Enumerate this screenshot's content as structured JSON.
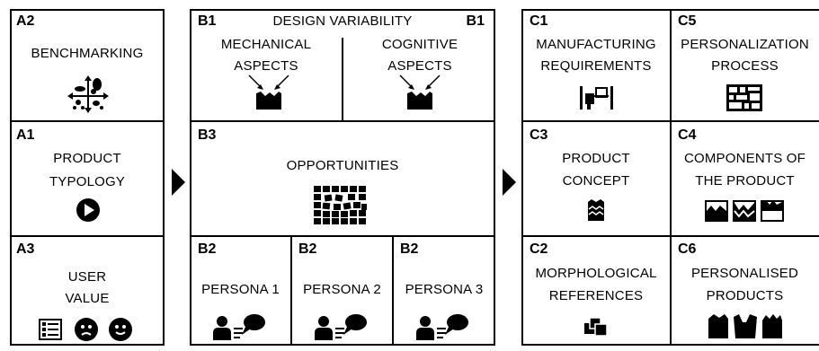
{
  "panel_a": {
    "a2": {
      "code": "A2",
      "label": "BENCHMARKING"
    },
    "a1": {
      "code": "A1",
      "label_line1": "PRODUCT",
      "label_line2": "TYPOLOGY"
    },
    "a3": {
      "code": "A3",
      "label_line1": "USER",
      "label_line2": "VALUE"
    }
  },
  "panel_b": {
    "b1": {
      "code_left": "B1",
      "code_right": "B1",
      "title": "DESIGN VARIABILITY",
      "mech_line1": "MECHANICAL",
      "mech_line2": "ASPECTS",
      "cog_line1": "COGNITIVE",
      "cog_line2": "ASPECTS"
    },
    "b3": {
      "code": "B3",
      "label": "OPPORTUNITIES"
    },
    "b2": [
      {
        "code": "B2",
        "label": "PERSONA 1"
      },
      {
        "code": "B2",
        "label": "PERSONA 2"
      },
      {
        "code": "B2",
        "label": "PERSONA 3"
      }
    ]
  },
  "panel_c": {
    "c1": {
      "code": "C1",
      "label_line1": "MANUFACTURING",
      "label_line2": "REQUIREMENTS"
    },
    "c5": {
      "code": "C5",
      "label_line1": "PERSONALIZATION",
      "label_line2": "PROCESS"
    },
    "c3": {
      "code": "C3",
      "label_line1": "PRODUCT",
      "label_line2": "CONCEPT"
    },
    "c4": {
      "code": "C4",
      "label_line1": "COMPONENTS OF",
      "label_line2": "THE PRODUCT"
    },
    "c2": {
      "code": "C2",
      "label_line1": "MORPHOLOGICAL",
      "label_line2": "REFERENCES"
    },
    "c6": {
      "code": "C6",
      "label_line1": "PERSONALISED",
      "label_line2": "PRODUCTS"
    }
  },
  "icons": {
    "a2": "scatter-cross-icon",
    "a1": "play-circle-icon",
    "a3": "checklist-emoji-icons",
    "b1": "container-arrow-icon",
    "b3": "brick-wall-icon",
    "b2": "persona-speech-icon",
    "c1": "manufacturing-icon",
    "c5": "process-grid-icon",
    "c3": "product-concept-icon",
    "c4": "components-icon",
    "c2": "overlapping-shapes-icon",
    "c6": "garments-icon"
  },
  "colors": {
    "line": "#000000",
    "background": "#ffffff"
  }
}
